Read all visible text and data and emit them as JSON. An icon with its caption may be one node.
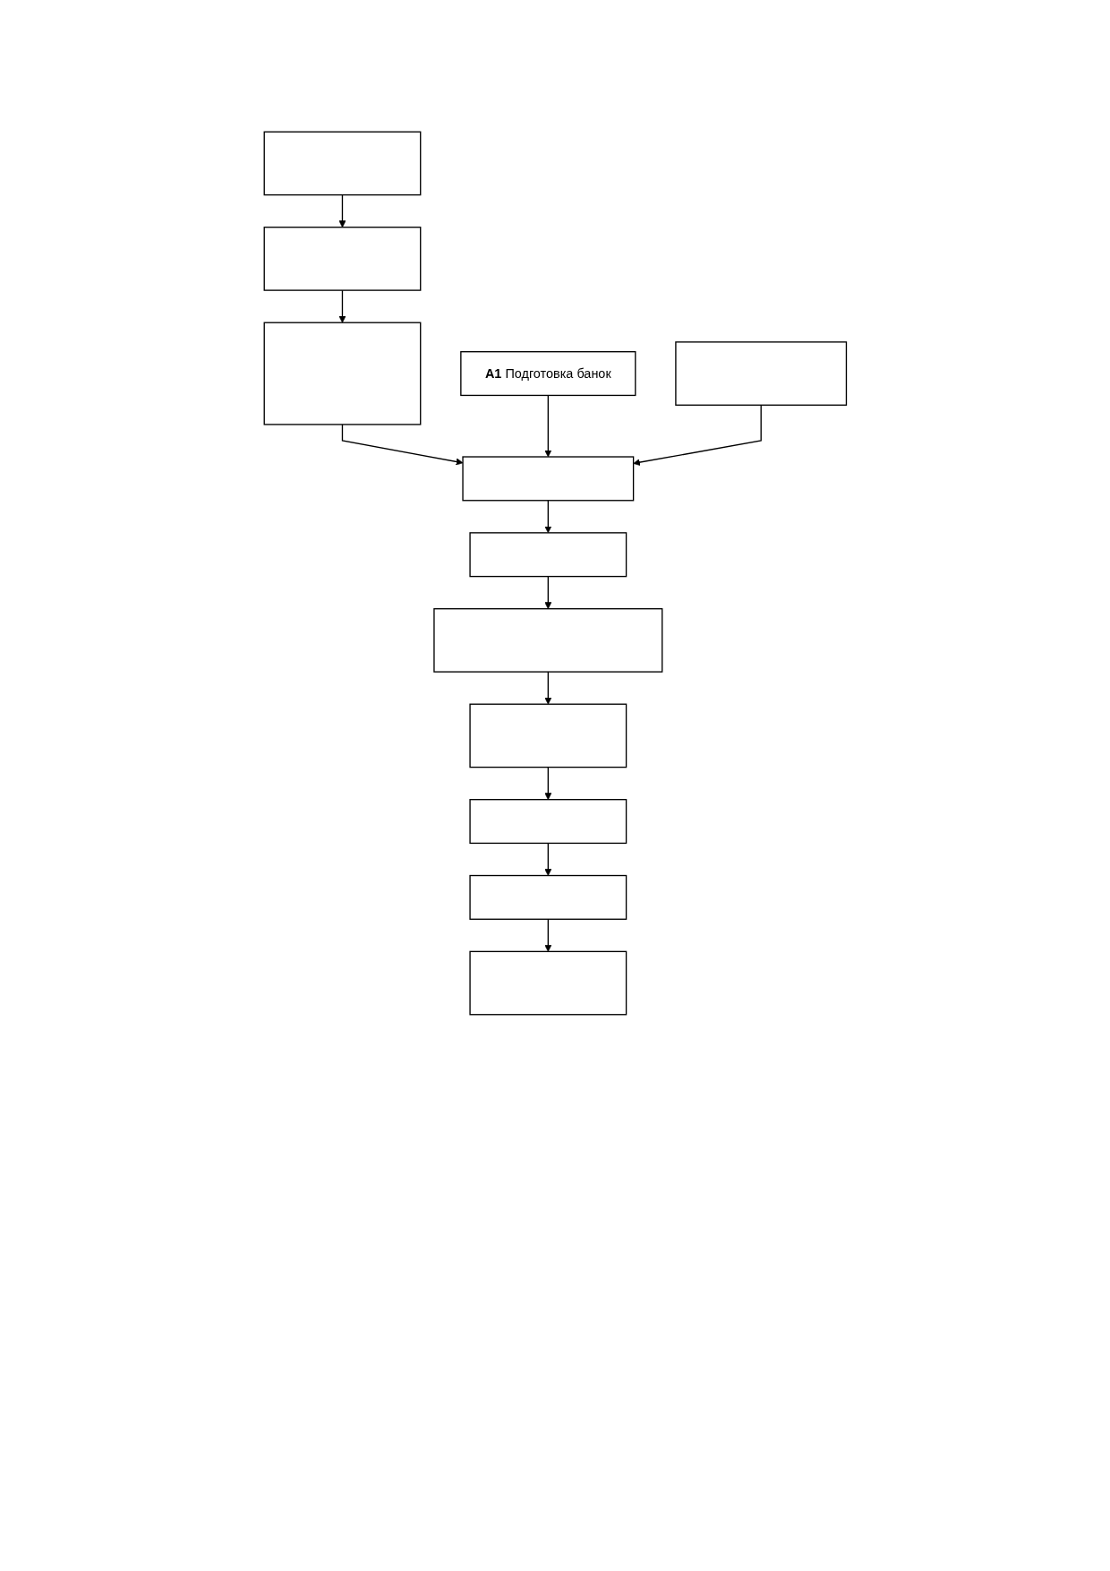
{
  "diagram": {
    "nodes": [
      {
        "text": [],
        "shape": "box"
      },
      {
        "text": [],
        "shape": "box"
      },
      {
        "text": [],
        "shape": "box"
      },
      {
        "text": [
          "**A1** Подготовка банок"
        ]
      },
      {
        "text": [],
        "shape": "box"
      },
      {
        "text": [],
        "shape": "box"
      },
      {
        "text": [],
        "shape": "box"
      },
      {
        "text": [],
        "shape": "box"
      },
      {
        "text": [],
        "shape": "box"
      },
      {
        "text": [],
        "shape": "box"
      },
      {
        "text": [],
        "shape": "box"
      },
      {
        "text": [],
        "shape": "box"
      }
    ],
    "edges": [
      {
        "from": 0,
        "to": 1,
        "arrow": "to"
      },
      {
        "from": 1,
        "to": 2,
        "arrow": "to"
      },
      {
        "from": 2,
        "to": 4,
        "arrow": "to"
      },
      {
        "from": 3,
        "to": 4,
        "arrow": "to"
      },
      {
        "from": 5,
        "to": 4,
        "arrow": "to"
      },
      {
        "from": 4,
        "to": 6,
        "arrow": "to"
      },
      {
        "from": 6,
        "to": 7,
        "arrow": "to"
      },
      {
        "from": 7,
        "to": 8,
        "arrow": "to"
      },
      {
        "from": 8,
        "to": 9,
        "arrow": "to"
      },
      {
        "from": 9,
        "to": 10,
        "arrow": "to"
      },
      {
        "from": 10,
        "to": 11,
        "arrow": "to"
      }
    ]
  }
}
